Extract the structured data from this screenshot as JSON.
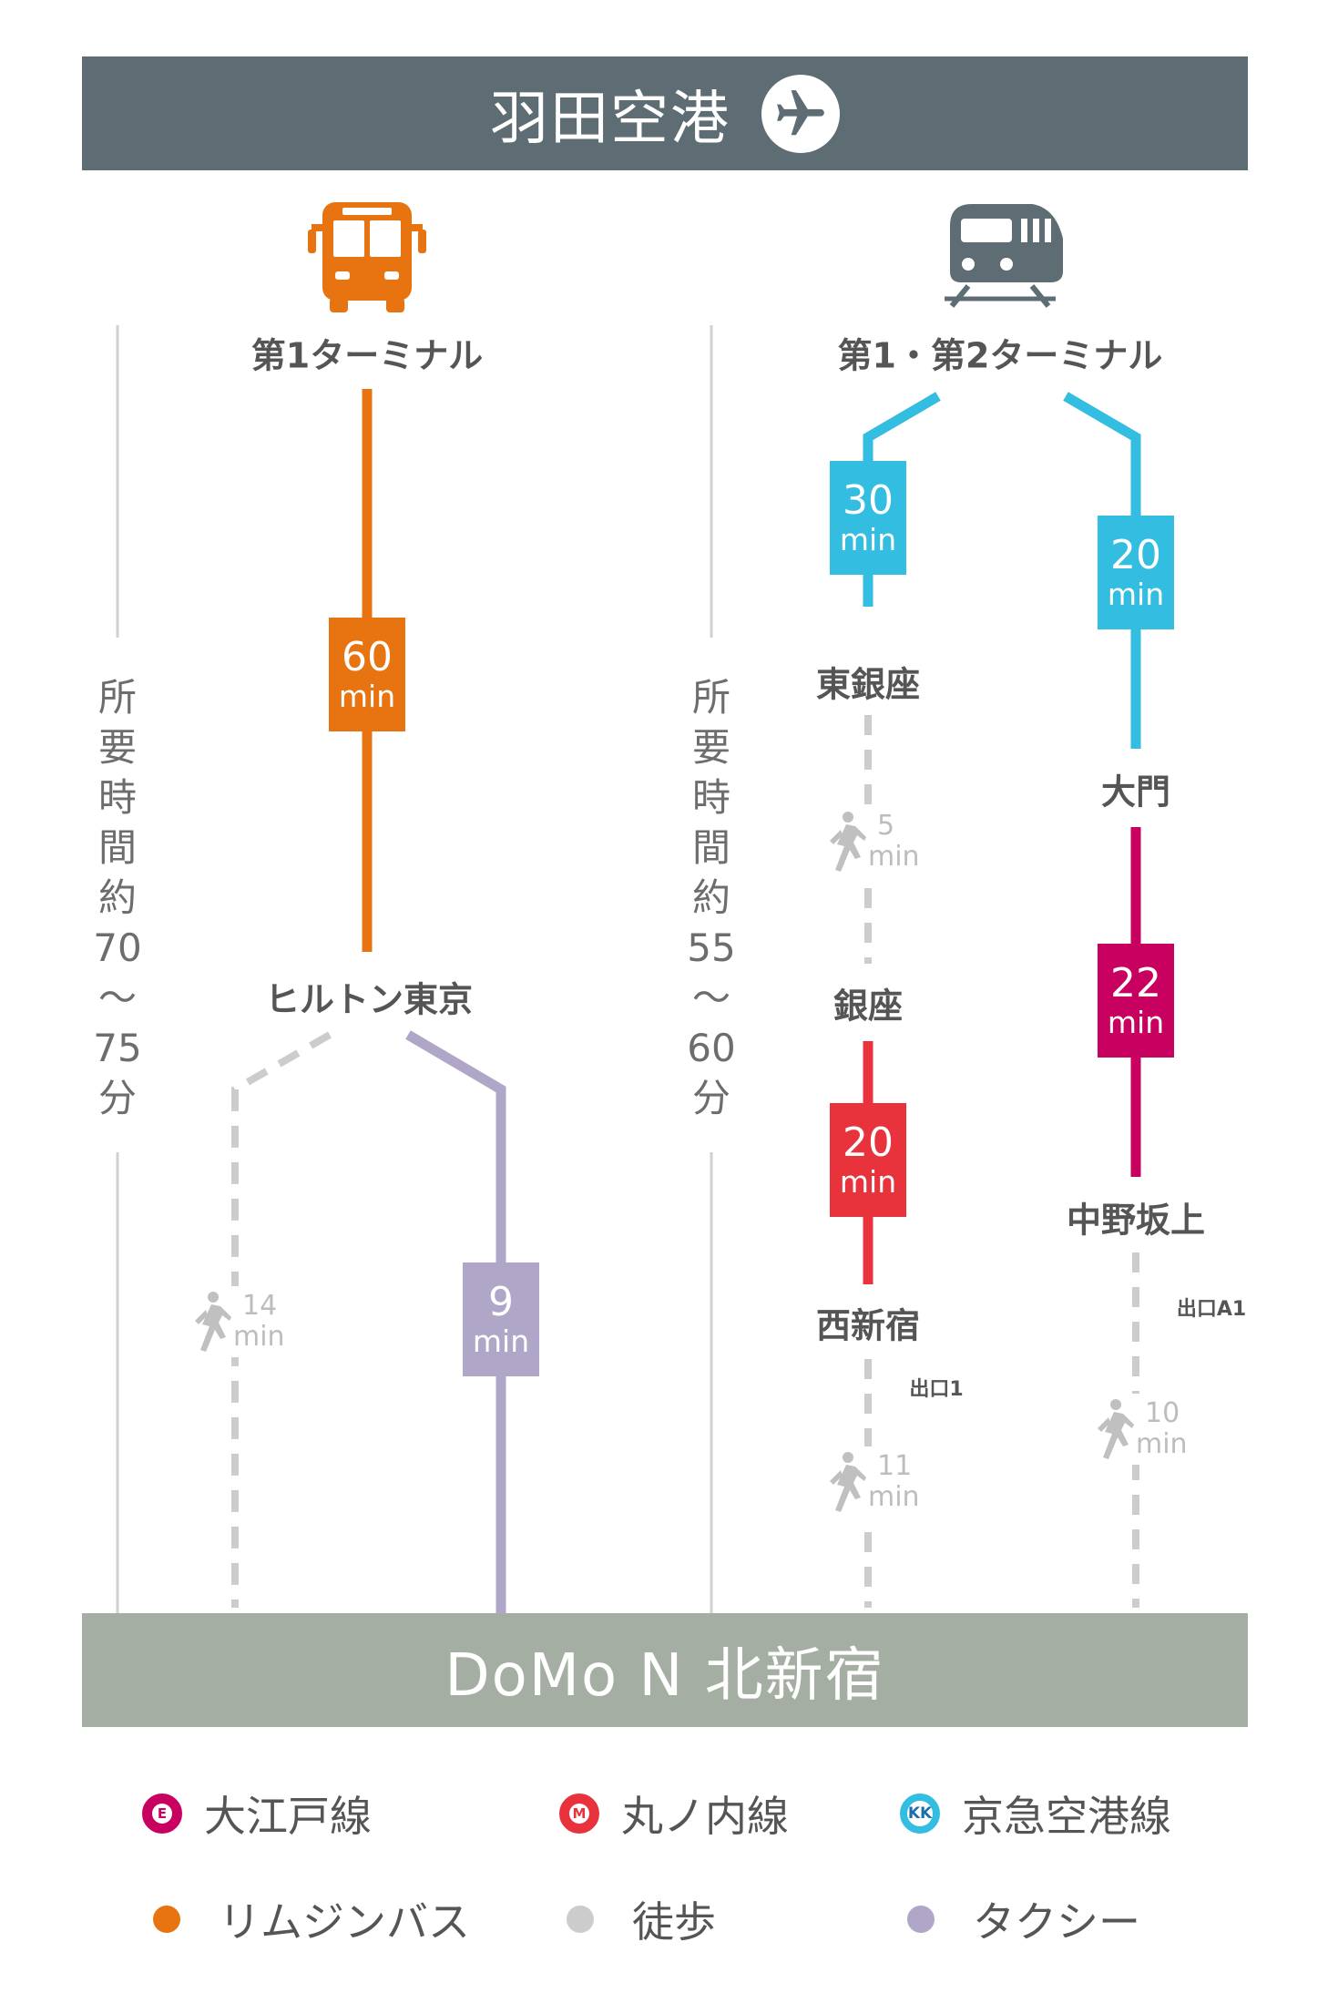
{
  "header": {
    "title": "羽田空港",
    "icon": "airplane-icon"
  },
  "footer": {
    "title": "DoMo N 北新宿"
  },
  "colors": {
    "limousine_bus": "#e87411",
    "keikyu": "#33bde0",
    "oedo": "#c8005f",
    "marunouchi": "#e8323c",
    "walk": "#c8c8c8",
    "taxi": "#b0a6c8",
    "header_bg": "#5e6c73",
    "footer_bg": "#a5aea2"
  },
  "bus_route": {
    "icon": "bus-icon",
    "start": "第1ターミナル",
    "segment_time": {
      "value": "60",
      "unit": "min"
    },
    "transfer": "ヒルトン東京",
    "walk_time": {
      "value": "14",
      "unit": "min"
    },
    "taxi_time": {
      "value": "9",
      "unit": "min"
    },
    "total_label": [
      "所",
      "要",
      "時",
      "間",
      "約",
      "70",
      "～",
      "75",
      "分"
    ]
  },
  "train_route": {
    "icon": "train-icon",
    "start": "第1・第2ターミナル",
    "keikyu_left_time": {
      "value": "30",
      "unit": "min"
    },
    "keikyu_right_time": {
      "value": "20",
      "unit": "min"
    },
    "higashi_ginza": "東銀座",
    "walk_1": {
      "value": "5",
      "unit": "min"
    },
    "ginza": "銀座",
    "marunouchi_time": {
      "value": "20",
      "unit": "min"
    },
    "nishi_shinjuku": "西新宿",
    "exit_1": "出口1",
    "walk_2": {
      "value": "11",
      "unit": "min"
    },
    "daimon": "大門",
    "oedo_time": {
      "value": "22",
      "unit": "min"
    },
    "nakano_sakaue": "中野坂上",
    "exit_a1": "出口A1",
    "walk_3": {
      "value": "10",
      "unit": "min"
    },
    "total_label": [
      "所",
      "要",
      "時",
      "間",
      "約",
      "55",
      "～",
      "60",
      "分"
    ]
  },
  "legend": [
    {
      "badge": "E",
      "label": "大江戸線"
    },
    {
      "badge": "M",
      "label": "丸ノ内線"
    },
    {
      "badge": "KK",
      "label": "京急空港線"
    },
    {
      "label": "リムジンバス"
    },
    {
      "label": "徒歩"
    },
    {
      "label": "タクシー"
    }
  ]
}
